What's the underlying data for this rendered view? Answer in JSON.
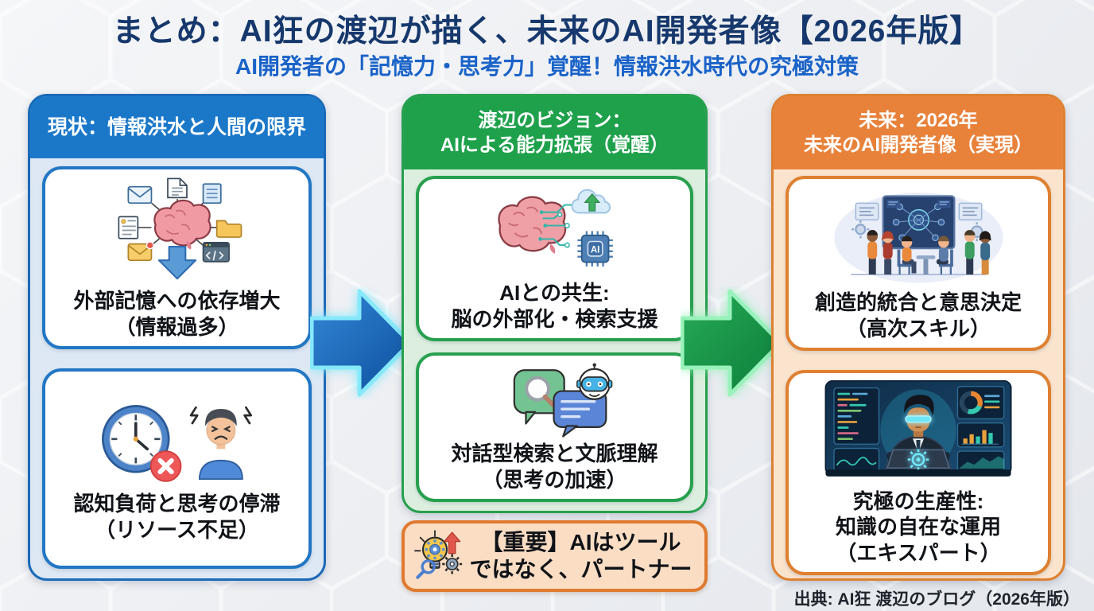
{
  "header": {
    "title": "まとめ：AI狂の渡辺が描く、未来のAI開発者像【2026年版】",
    "subtitle": "AI開発者の「記憶力・思考力」覚醒！情報洪水時代の究極対策"
  },
  "columns": [
    {
      "name": "current-state",
      "header_lines": [
        "現状：情報洪水と人間の限界"
      ],
      "accent_color": "#1b78c9",
      "cards": [
        {
          "illustration": "brain-external-memory",
          "caption_lines": [
            "外部記憶への依存増大",
            "（情報過多）"
          ]
        },
        {
          "illustration": "clock-overload-stressed-person",
          "caption_lines": [
            "認知負荷と思考の停滞",
            "（リソース不足）"
          ]
        }
      ]
    },
    {
      "name": "watanabe-vision",
      "header_lines": [
        "渡辺のビジョン：",
        "AIによる能力拡張（覚醒）"
      ],
      "accent_color": "#1fa14c",
      "cards": [
        {
          "illustration": "brain-circuit-cloud-ai-chip",
          "caption_lines": [
            "AIとの共生:",
            "脳の外部化・検索支援"
          ]
        },
        {
          "illustration": "search-chat-bubbles-robot",
          "caption_lines": [
            "対話型検索と文脈理解",
            "（思考の加速）"
          ]
        }
      ]
    },
    {
      "name": "future-2026",
      "header_lines": [
        "未来：2026年",
        "未来のAI開発者像（実現）"
      ],
      "accent_color": "#e8823b",
      "cards": [
        {
          "illustration": "team-collaboration-screens",
          "caption_lines": [
            "創造的統合と意思決定",
            "（高次スキル）"
          ]
        },
        {
          "illustration": "expert-developer-laptop",
          "caption_lines": [
            "究極の生産性:",
            "知識の自在な運用",
            "（エキスパート）"
          ]
        }
      ]
    }
  ],
  "important_note": {
    "lines": [
      "【重要】AIはツール",
      "ではなく、パートナー"
    ]
  },
  "footer": {
    "source": "出典: AI狂 渡辺のブログ（2026年版）"
  },
  "icons": {
    "ai_chip_label": "AI",
    "illustrations": {
      "current_1": "brain-external-memory",
      "current_2": "clock-overload-stressed-person",
      "vision_1": "brain-circuit-cloud-ai-chip",
      "vision_2": "search-chat-bubbles-robot",
      "future_1": "team-collaboration-screens",
      "future_2": "expert-developer-laptop",
      "note": "lightbulb-gears-idea"
    }
  },
  "colors": {
    "title": "#16386c",
    "subtitle": "#1a63c8",
    "column_blue": "#1b78c9",
    "column_green": "#1fa14c",
    "column_orange": "#e8823b",
    "arrow_blue": "#1559a8",
    "arrow_green": "#169a4a",
    "note_bg": "#fbddc4",
    "note_border": "#df7a30"
  }
}
